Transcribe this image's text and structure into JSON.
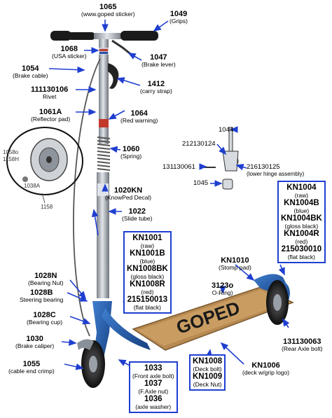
{
  "colors": {
    "deck_blue": "#2a63b0",
    "arrow_blue": "#1f3fd0",
    "box_border": "#1f3fd0",
    "deck_wood": "#b88a52",
    "tube_gray": "#a9aeb6",
    "grip_black": "#1a1a1a"
  },
  "labels": {
    "l1065": {
      "num": "1065",
      "desc": "(www.goped sticker)"
    },
    "l1049": {
      "num": "1049",
      "desc": "(Grips)"
    },
    "l1068": {
      "num": "1068",
      "desc": "(USA sticker)"
    },
    "l1047": {
      "num": "1047",
      "desc": "(Brake lever)"
    },
    "l1054": {
      "num": "1054",
      "desc": "(Brake cable)"
    },
    "l1412": {
      "num": "1412",
      "desc": "(carry strap)"
    },
    "l111130106": {
      "num": "111130106",
      "desc": "Rivet"
    },
    "l1061A": {
      "num": "1061A",
      "desc": "(Reflector pad)"
    },
    "l1064": {
      "num": "1064",
      "desc": "(Red warning)"
    },
    "l1060": {
      "num": "1060",
      "desc": "(Spring)"
    },
    "l1020KN": {
      "num": "1020KN",
      "desc": "(KnowPed Decal)"
    },
    "l1022": {
      "num": "1022",
      "desc": "(Slide tube)"
    },
    "l1028N": {
      "num": "1028N",
      "desc": "(Bearing Nut)"
    },
    "l1028B": {
      "num": "1028B",
      "desc": "Steering bearing"
    },
    "l1028C": {
      "num": "1028C",
      "desc": "(Bearing cup)"
    },
    "l1030": {
      "num": "1030",
      "desc": "(Brake caliper)"
    },
    "l1055": {
      "num": "1055",
      "desc": "(cable end crimp)"
    },
    "l1010": {
      "num": "KN1010",
      "desc": "(Stomp pad)"
    },
    "l3123": {
      "num": "3123o",
      "desc": "O-Ring)"
    },
    "l1006": {
      "num": "KN1006",
      "desc": "(deck w/grip logo)"
    },
    "l131130063": {
      "num": "131130063",
      "desc": "(Rear Axle bolt)"
    }
  },
  "boxes": {
    "frame": {
      "lines": [
        {
          "num": "KN1001",
          "desc": "(raw)"
        },
        {
          "num": "KN1001B",
          "desc": "(blue)"
        },
        {
          "num": "KN1008BK",
          "desc": "(gloss black)"
        },
        {
          "num": "KN1008R",
          "desc": "(red)"
        },
        {
          "num": "215150013",
          "desc": "(flat black)"
        }
      ]
    },
    "fork": {
      "lines": [
        {
          "num": "KN1004",
          "desc": "(raw)"
        },
        {
          "num": "KN1004B",
          "desc": "(blue)"
        },
        {
          "num": "KN1004BK",
          "desc": "(gloss black)"
        },
        {
          "num": "KN1004R",
          "desc": "(red)"
        },
        {
          "num": "215030010",
          "desc": "(flat black)"
        }
      ]
    },
    "deckbolt": {
      "lines": [
        {
          "num": "KN1008",
          "desc": "(Deck bolt)"
        },
        {
          "num": "KN1009",
          "desc": "(Deck Nut)"
        }
      ]
    },
    "axle": {
      "lines": [
        {
          "num": "1033",
          "desc": "(Front axle bolt)"
        },
        {
          "num": "1037",
          "desc": "(F.Axle nut)"
        },
        {
          "num": "1036",
          "desc": "(axle washer)"
        }
      ]
    }
  },
  "hinge": {
    "p1044": "1044",
    "p212130124": "212130124",
    "p131130061": "131130061",
    "p216130125": "216130125",
    "p216130125_desc": "(lower hinge assembly)",
    "p1045": "1045"
  },
  "wheel_inset": {
    "code_a": "1058o",
    "code_b": "1158H",
    "code_c": "1038A",
    "code_d": "1158"
  },
  "deck_logo": "GOPED"
}
